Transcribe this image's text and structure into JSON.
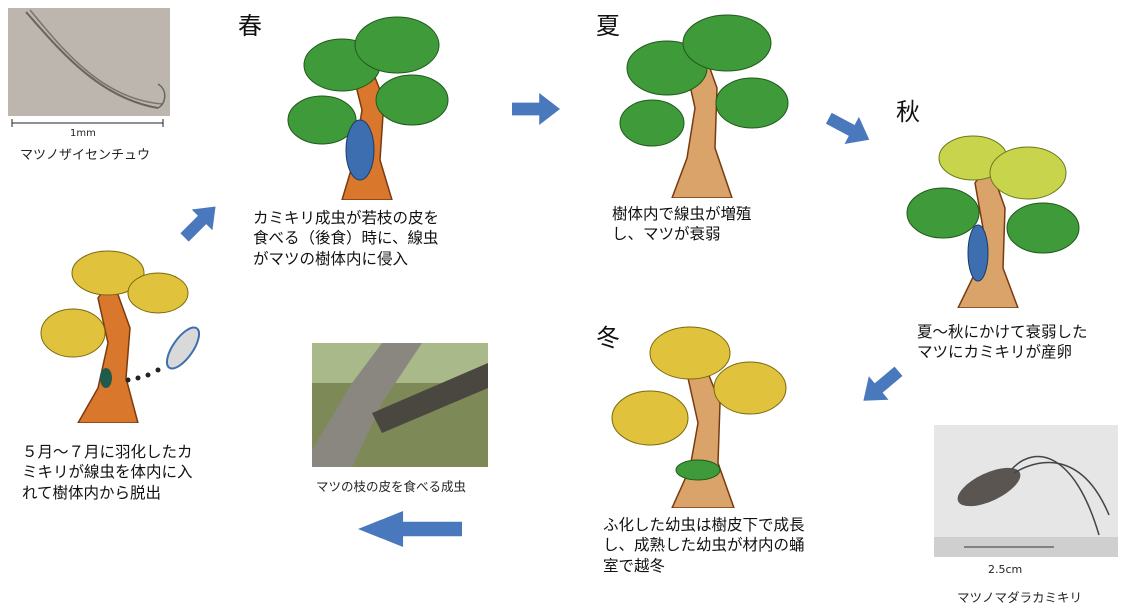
{
  "seasons": {
    "spring": "春",
    "summer": "夏",
    "autumn": "秋",
    "winter": "冬"
  },
  "captions": {
    "spring": "カミキリ成虫が若枝の皮を\n食べる（後食）時に、線虫\nがマツの樹体内に侵入",
    "summer": "樹体内で線虫が増殖\nし、マツが衰弱",
    "autumn": "夏〜秋にかけて衰弱した\nマツにカミキリが産卵",
    "winter": "ふ化した幼虫は樹皮下で成長\nし、成熟した幼虫が材内の蛹\n室で越冬",
    "emergence": "５月〜７月に羽化したカ\nミキリが線虫を体内に入\nれて樹体内から脱出"
  },
  "photos": {
    "nematode": {
      "scale": "1mm",
      "label": "マツノザイセンチュウ"
    },
    "feeding": {
      "label": "マツの枝の皮を食べる成虫"
    },
    "beetle": {
      "scale": "2.5cm",
      "label": "マツノマダラカミキリ"
    }
  },
  "colors": {
    "arrow": "#4a78bd",
    "trunk": "#d9772c",
    "healthy_foliage": "#3f9a3a",
    "weak_foliage": "#e0c23c",
    "pale_foliage": "#c7d44c"
  }
}
